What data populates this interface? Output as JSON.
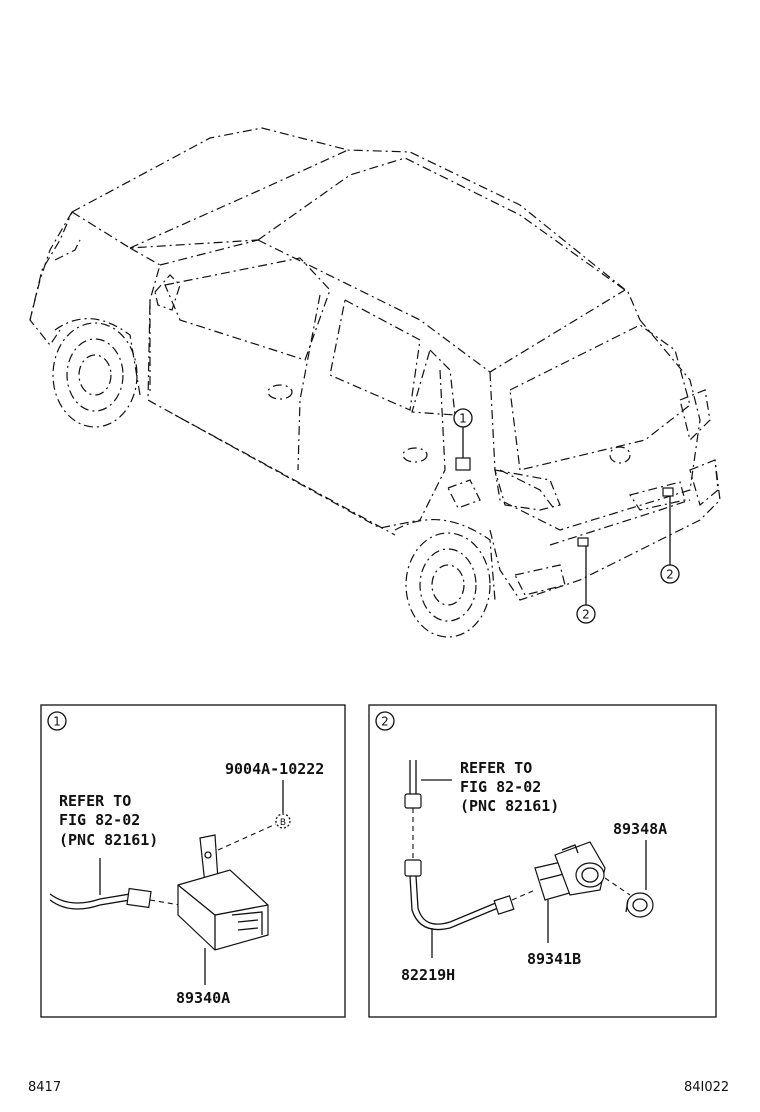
{
  "vehicle": {
    "callout_1": "1",
    "callout_2a": "2",
    "callout_2b": "2"
  },
  "panel1": {
    "index": "1",
    "bolt_part": "9004A-10222",
    "bolt_ref": "B",
    "refer_line1": "REFER TO",
    "refer_line2": "FIG 82-02",
    "refer_line3": "(PNC 82161)",
    "module_part": "89340A"
  },
  "panel2": {
    "index": "2",
    "refer_line1": "REFER TO",
    "refer_line2": "FIG 82-02",
    "refer_line3": "(PNC 82161)",
    "retainer_part": "89348A",
    "sensor_part": "89341B",
    "wire_part": "82219H"
  },
  "footer": {
    "left_code": "8417",
    "right_code": "84I022"
  }
}
